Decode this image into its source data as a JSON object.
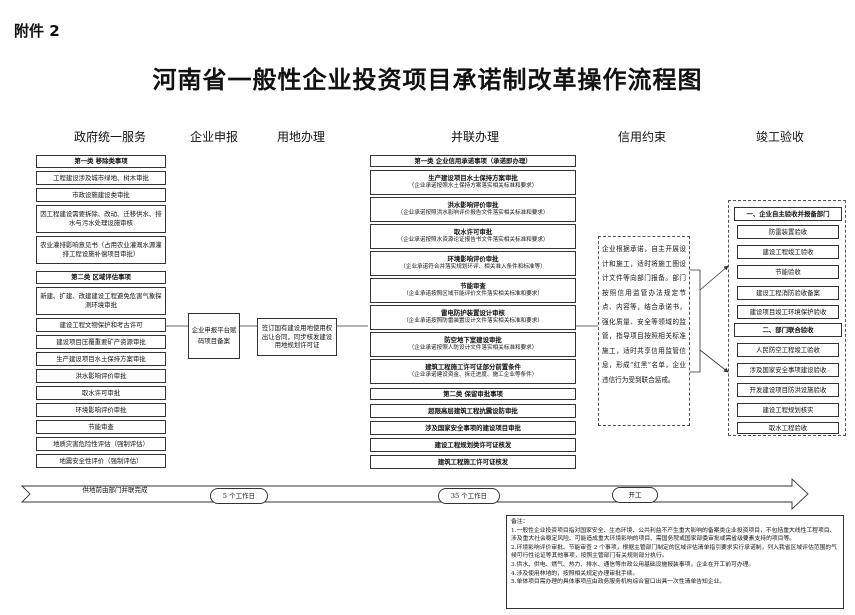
{
  "header": {
    "attachment": "附件 2",
    "title": "河南省一般性企业投资项目承诺制改革操作流程图"
  },
  "columns": {
    "gov": "政府统一服务",
    "apply": "企业申报",
    "land": "用地办理",
    "parallel": "并联办理",
    "credit": "信用约束",
    "accept": "竣工验收"
  },
  "gov": {
    "cat1": "第一类  移除类事项",
    "items1": [
      "工程建设涉及城市绿地、树木审批",
      "市政设施建设类审批",
      "因工程建设需要拆除、改动、迁移供水、排水与污水处理设施审核",
      "农业灌排影响意见书（占用农业灌溉水源灌排工程设施补偿项目审批）"
    ],
    "cat2": "第二类  区域评估事项",
    "items2": [
      "新建、扩建、改建建设工程避免危害气象探测环境审批",
      "建设工程文物保护和考古许可",
      "建设项目压覆重要矿产资源审批",
      "生产建设项目水土保持方案审批",
      "洪水影响评价审批",
      "取水许可审批",
      "环境影响评价审批",
      "节能审查",
      "地质灾害危险性评估（强制评估）",
      "地震安全性评价（强制评估）"
    ]
  },
  "apply": {
    "box": "企业申报平台赋码项目备案"
  },
  "land": {
    "box": "签订国有建设用地使用权出让合同，同步核发建设用地规划许可证"
  },
  "parallel": {
    "cat1": "第一类  企业信用承诺事项（承诺即办理）",
    "items": [
      {
        "t": "生产建设项目水土保持方案审批",
        "s": "（企业承诺按照水土保持方案落实相关标准和要求）"
      },
      {
        "t": "洪水影响评价审批",
        "s": "（企业承诺按照洪水影响评价报告文件落实相关标准和要求）"
      },
      {
        "t": "取水许可审批",
        "s": "（企业承诺按照水资源论证报告书文件落实相关标准和要求）"
      },
      {
        "t": "环境影响评价审批",
        "s": "（企业承诺符合并落实规划环评、相关准入条件和标准等）"
      },
      {
        "t": "节能审查",
        "s": "（企业承诺按照区域节能评价文件落实相关标准和要求）"
      },
      {
        "t": "雷电防护装置设计审核",
        "s": "（企业承诺按照防雷装置设计文件落实相关标准和要求）"
      },
      {
        "t": "防空地下室建设审批",
        "s": "（企业承诺按照人防设计文件落实相关标准和要求）"
      },
      {
        "t": "建筑工程施工许可证部分前置条件",
        "s": "（企业承诺建设资金、拆迁进度、施工企业等条件）"
      }
    ],
    "cat2": "第二类  保留审批事项",
    "items2": [
      "超限高层建筑工程抗震设防审批",
      "涉及国家安全事项的建设项目审批",
      "建设工程规划类许可证核发",
      "建筑工程施工许可证核发"
    ]
  },
  "credit": {
    "text": "企业根据承诺，自主开展设计和施工，适时将施工图设计文件等向部门报备。部门按照信用监管办法规定节点、内容等，结合承诺书，强化质量、安全等领域的监管，指导项目按照相关标准施工，适时共享信用监管信息，形成“红黑”名单，企业违信行为受到联合惩戒。"
  },
  "accept": {
    "cat1": "一、企业自主验收并报备部门",
    "items1": [
      "防雷装置验收",
      "建设工程竣工验收",
      "节能验收",
      "建设工程消防验收备案",
      "建设项目竣工环境保护验收"
    ],
    "cat2": "二、部门联合验收",
    "items2": [
      "人民防空工程竣工验收",
      "涉及国家安全事项建设验收",
      "开发建设项目防洪设施验收",
      "建设工程规划核实",
      "取水工程验收"
    ]
  },
  "timeline": {
    "start": "供地前由部门并联完成",
    "d1": "5 个工作日",
    "d2": "35 个工作日",
    "end": "开工"
  },
  "notes": {
    "title": "备注：",
    "lines": [
      "1.一般性企业投资项目指对国家安全、生态环境、公共利益不产生重大影响的备案类企业投资项目，不包括重大线性工程项目、涉及重大社会稳定风险、可能造成重大环境影响的项目、需国务院或国家部委审批或需省级要素支持的项目等。",
      "2.环境影响评价审批、节能审查 2 个事项，根据主管部门制定的区域评估清单指引要求实行承诺制，列入我省区域评估范围的气候可行性论证等其他事项，按照主管部门有关规则部分执行。",
      "3.供水、供电、燃气、热力、排水、通信等市政公用基础设施报装事项，企业在开工前可办理。",
      "4.涉及使用林地的，按照相关规定办理审批手续。",
      "5.单体项目需办理的具体事项应由政务服务机构综合窗口出具一次性清单告知企业。"
    ]
  }
}
